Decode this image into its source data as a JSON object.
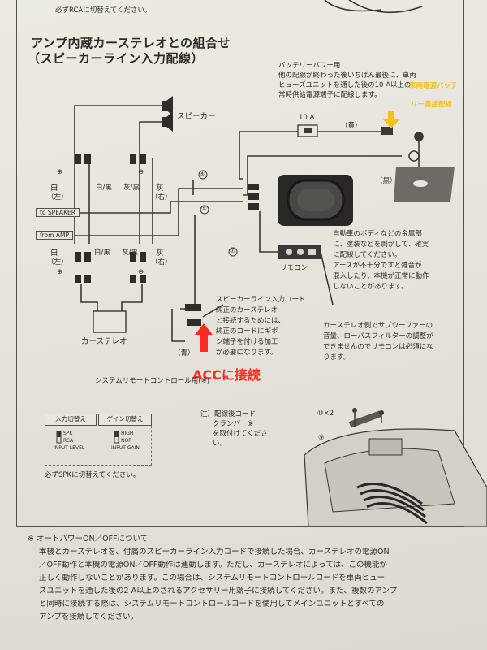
{
  "top_note": "必ずRCAに切替えてください。",
  "title_line1": "アンプ内蔵カーステレオとの組合せ",
  "title_line2": "（スピーカーライン入力配線）",
  "battery": {
    "line1": "バッテリーパワー用",
    "line2": "他の配線が終わった後いちばん最後に、車両",
    "line3": "ヒューズユニットを通した後の10 A以上",
    "line3b": "の",
    "line4": "常時供給電源端子に配線します。",
    "fuse_label": "10 A",
    "wire_yellow": "（黄）",
    "annotation_line1": "車両電源バッテ",
    "annotation_line2": "リー直接配線"
  },
  "speaker_label": "スピーカー",
  "channels": {
    "white": "白",
    "white_black": "白/黒",
    "gray_black": "灰/黒",
    "gray": "灰",
    "left": "（左）",
    "right": "（右）",
    "plus": "⊕",
    "minus": "⊖"
  },
  "to_speaker": "to SPEAKER",
  "from_amp": "from AMP",
  "car_stereo": "カーステレオ",
  "markers": {
    "m4": "④",
    "m5": "⑤",
    "m7": "⑦",
    "m9": "⑨",
    "m10": "⑩×2"
  },
  "ground_wire": "（黒）",
  "ground_text": [
    "自動車のボディなどの金属部",
    "に、塗装などを剥がして、確実",
    "に配線してください。",
    "アースが不十分ですと雑音が",
    "混入したり、本機が正常に動作",
    "しないことがあります。"
  ],
  "remote_label": "リモコン",
  "remote_text": [
    "カーステレオ側でサブウーファーの",
    "音量、ローパスフィルターの調整が",
    "できませんのでリモコンは必須にな",
    "ります。"
  ],
  "speaker_line_text": [
    "スピーカーライン入力コード",
    "純正のカーステレオ",
    "と接続するためには、",
    "純正のコードにギボ",
    "シ端子を付ける加工",
    "が必要になります。"
  ],
  "wire_blue": "（青）",
  "acc_annotation": "ACCに接続",
  "system_remote": "システムリモートコントロール用",
  "system_remote_mark": "(※)",
  "switch_panel": {
    "input_header": "入力切替え",
    "gain_header": "ゲイン切替え",
    "spk": "SPK",
    "rca": "RCA",
    "input_level": "INPUT LEVEL",
    "high": "HIGH",
    "nor": "NOR",
    "input_gain": "INPUT GAIN",
    "note": "必ずSPKに切替えてください。"
  },
  "clamper_note": [
    "注）配線後コード",
    "クランパー⑨",
    "を取付けてくださ",
    "い。"
  ],
  "footer": [
    "※ オートパワーON／OFFについて",
    "本機とカーステレオを、付属のスピーカーライン入力コードで接続した場合、カーステレオの電源ON",
    "／OFF動作と本機の電源ON／OFF動作は連動します。ただし、カーステレオによっては、この機能が",
    "正しく動作しないことがあります。この場合は、システムリモートコントロールコードを車両ヒュー",
    "ズユニットを通した後の2 A以上のされるアクセサリー用端子に接続してください。また、複数のアンプ",
    "と同時に接続する際は、システムリモートコントロールコードを使用してメインユニットとすべての",
    "アンプを接続してください。"
  ]
}
